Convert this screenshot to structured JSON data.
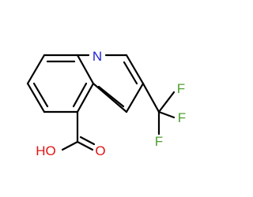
{
  "molecule": {
    "atoms": {
      "N": "N",
      "F1": "F",
      "F2": "F",
      "F3": "F",
      "O1": "O",
      "OH": "HO"
    }
  },
  "colors": {
    "bond": "#000000",
    "nitrogen": "#1f1fd6",
    "fluorine": "#4fa02f",
    "oxygen": "#e01414"
  }
}
